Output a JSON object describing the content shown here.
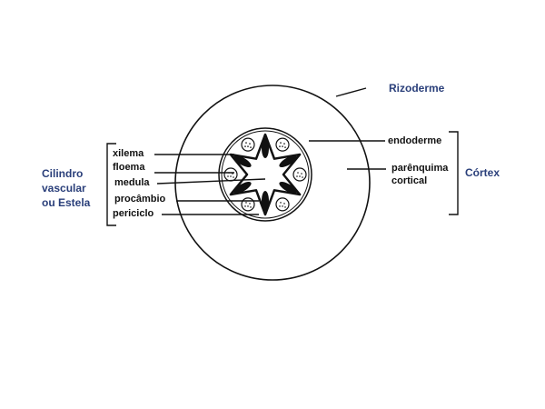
{
  "labels": {
    "rizoderme": "Rizoderme",
    "endoderme": "endoderme",
    "parenquima_line1": "parênquima",
    "parenquima_line2": "cortical",
    "cortex": "Córtex",
    "xilema": "xilema",
    "floema": "floema",
    "medula": "medula",
    "procambio": "procâmbio",
    "periciclo": "periciclo",
    "stele_line1": "Cilindro",
    "stele_line2": "vascular",
    "stele_line3": "ou Estela"
  },
  "colors": {
    "label_blue": "#2a3f7a",
    "line": "#111111"
  }
}
